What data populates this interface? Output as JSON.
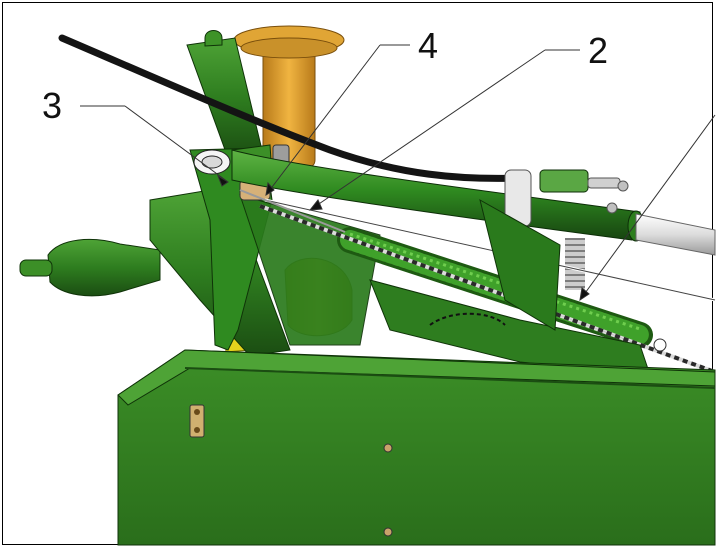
{
  "figure": {
    "callouts": [
      {
        "id": "callout-3",
        "label": "3",
        "part": "pivot-pin"
      },
      {
        "id": "callout-4",
        "label": "4",
        "part": "cable-clamp-bolt"
      },
      {
        "id": "callout-2",
        "label": "2",
        "part": "tension-cable"
      }
    ],
    "colors": {
      "machine_green": "#2e7d1f",
      "dark_green": "#1f5a14",
      "light_green": "#4ea336",
      "shaft_orange": "#d99a2b",
      "yellow_part": "#e3d21d",
      "hose_black": "#141414"
    }
  }
}
